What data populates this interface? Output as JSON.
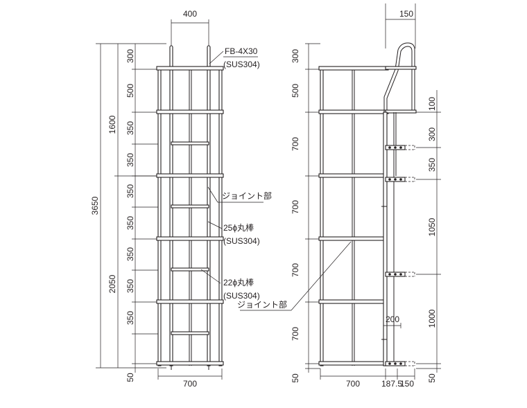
{
  "front": {
    "top_width": "400",
    "bottom_width": "700",
    "total_height": "3650",
    "upper_height": "1600",
    "lower_height": "2050",
    "segments": [
      "300",
      "500",
      "350",
      "350",
      "350",
      "350",
      "350",
      "350",
      "350",
      "50"
    ]
  },
  "labels": {
    "fb_spec": "FB-4X30",
    "fb_material": "(SUS304)",
    "joint": "ジョイント部",
    "rod25": "25ϕ丸棒",
    "rod25_material": "(SUS304)",
    "rod22": "22ϕ丸棒",
    "rod22_material": "(SUS304)"
  },
  "side": {
    "offset_top": "150",
    "segments": [
      "300",
      "500",
      "700",
      "700",
      "700",
      "700",
      "50"
    ],
    "right_dims": [
      "100",
      "300",
      "350",
      "1050",
      "1000",
      "50"
    ],
    "bottom_width": "700",
    "bottom_offset_a": "187.5",
    "bottom_offset_b": "150",
    "inner_dim": "200",
    "joint": "ジョイント部"
  }
}
